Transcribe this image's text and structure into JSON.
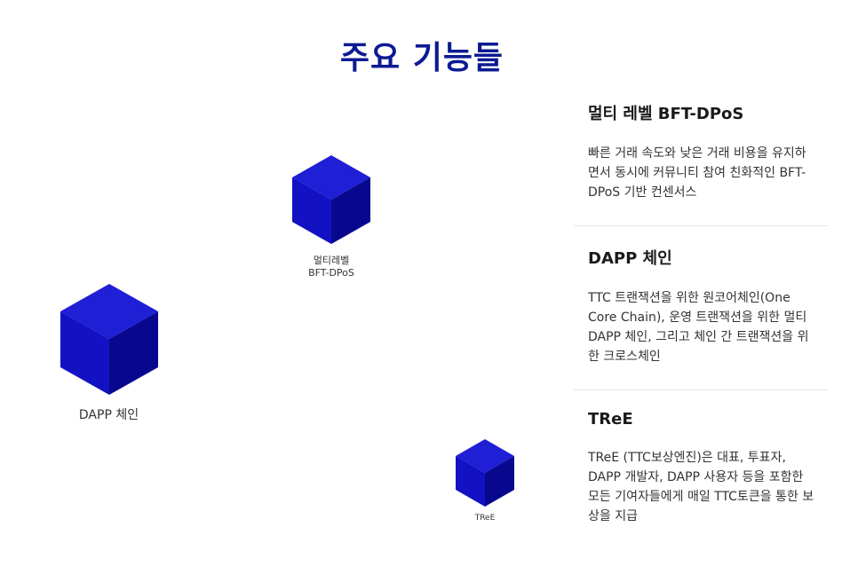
{
  "page": {
    "title": "주요 기능들"
  },
  "cubes": [
    {
      "caption": "멀티레벨\nBFT-DPoS",
      "icon": "cube-icon"
    },
    {
      "caption": "DAPP 체인",
      "icon": "cube-icon"
    },
    {
      "caption": "TReE",
      "icon": "cube-icon"
    }
  ],
  "features": [
    {
      "heading": "멀티 레벨 BFT-DPoS",
      "body": "빠른 거래 속도와 낮은 거래 비용을 유지하면서 동시에 커뮤니티 참여 친화적인 BFT-DPoS 기반 컨센서스"
    },
    {
      "heading": "DAPP 체인",
      "body": "TTC 트랜잭션을 위한 원코어체인(One Core Chain), 운영 트랜잭션을 위한 멀티 DAPP 체인, 그리고 체인 간 트랜잭션을 위한 크로스체인"
    },
    {
      "heading": "TReE",
      "body": "TReE (TTC보상엔진)은 대표, 투표자, DAPP 개발자, DAPP 사용자 등을 포함한 모든 기여자들에게 매일 TTC토큰을 통한 보상을 지급"
    }
  ],
  "colors": {
    "title": "#0c1a93",
    "cube_top": "#1f1fd6",
    "cube_left": "#1212c4",
    "cube_right": "#08088f"
  }
}
